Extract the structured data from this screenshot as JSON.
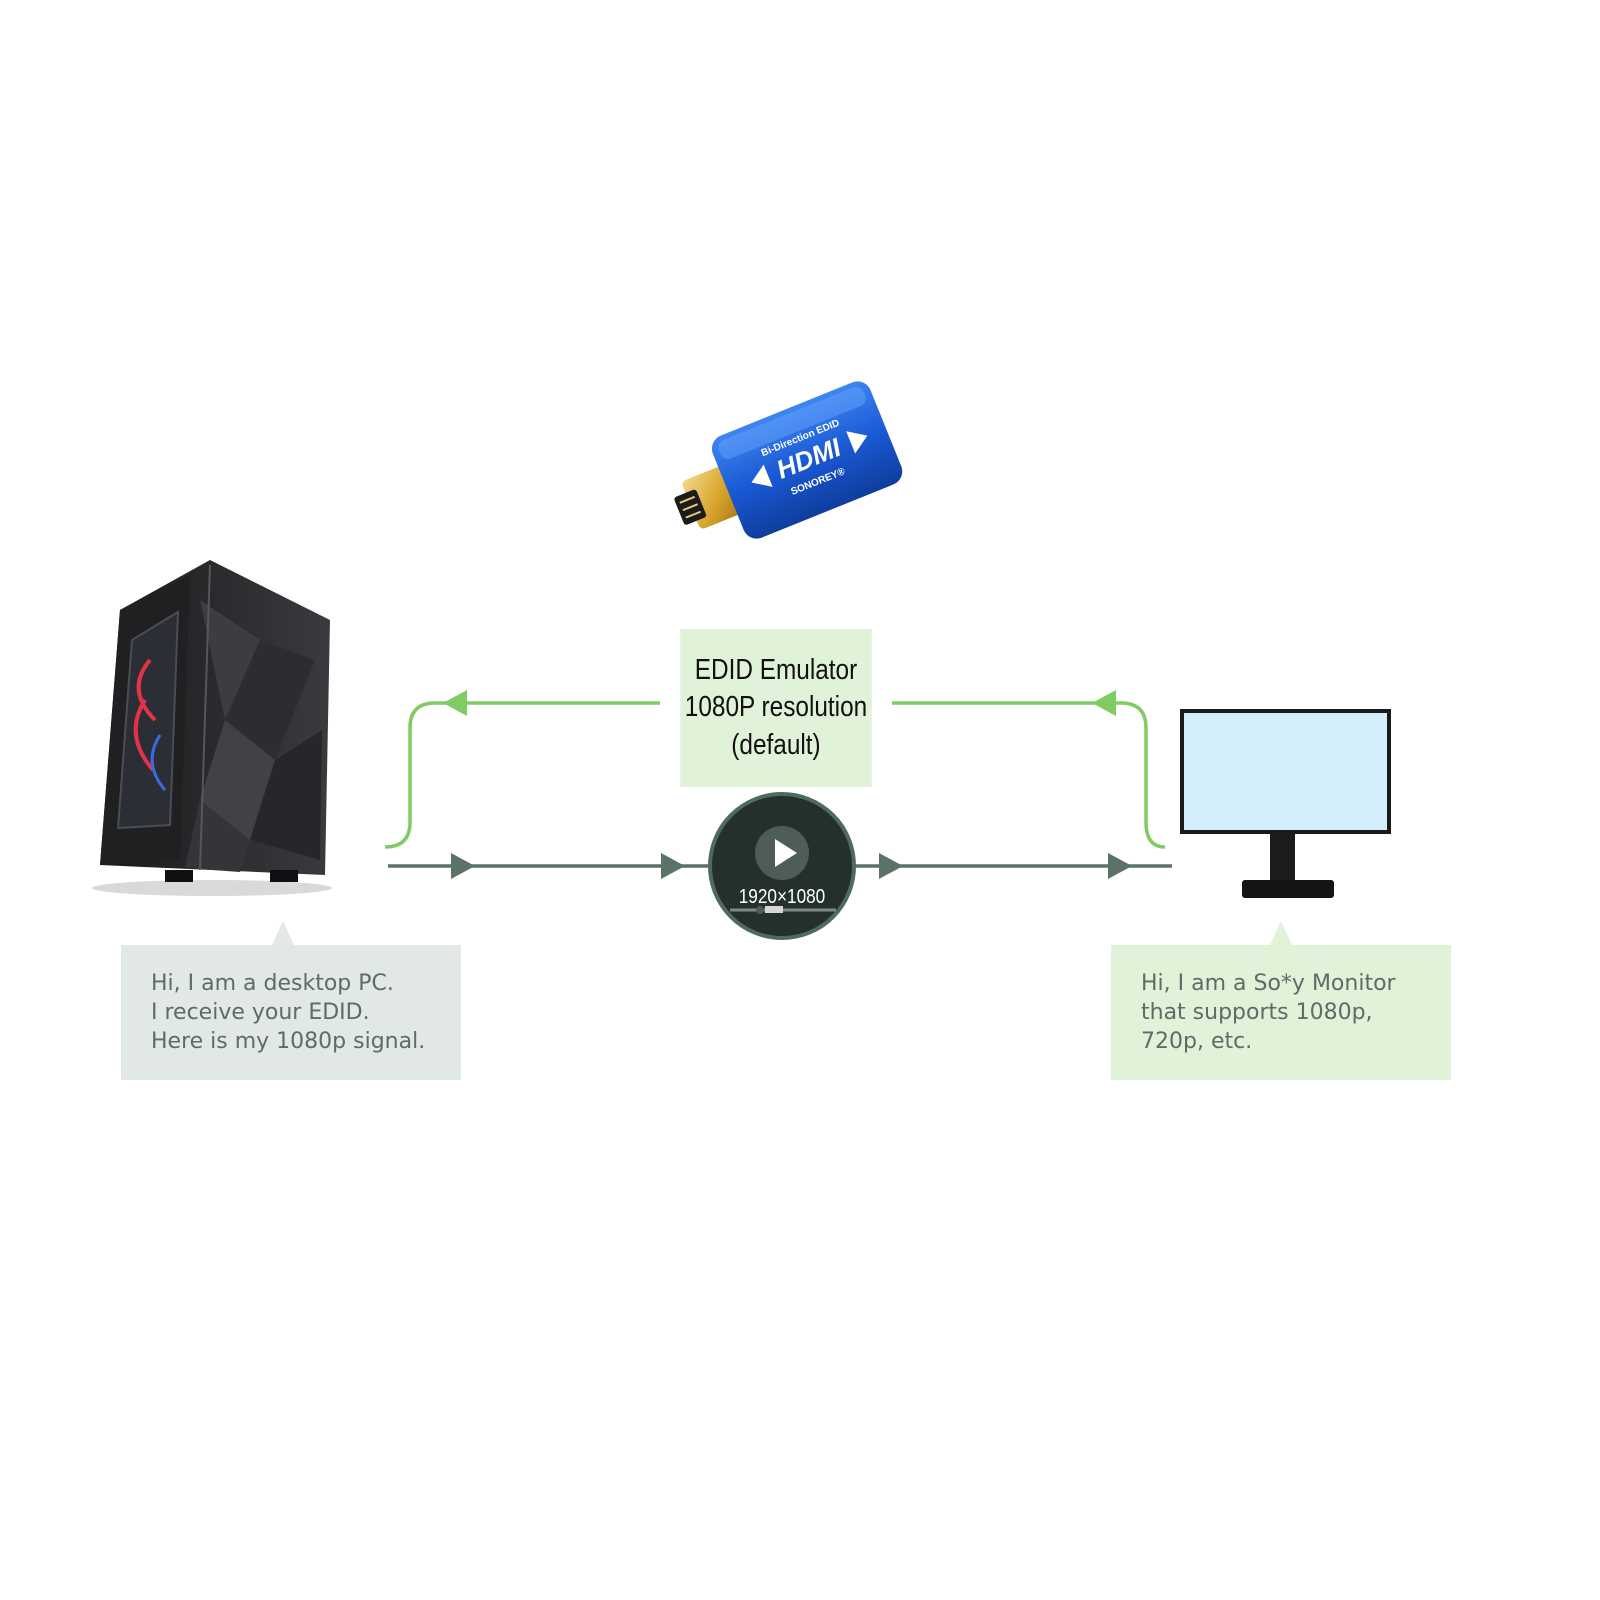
{
  "emulator": {
    "brand_top": "Bi-Direction EDID",
    "brand_main": "HDMI",
    "brand_bottom": "SONOREY®"
  },
  "center_label": {
    "line1": "EDID Emulator",
    "line2": "1080P resolution",
    "line3": "(default)"
  },
  "video_badge": {
    "resolution": "1920×1080"
  },
  "pc_bubble": {
    "lines": [
      "Hi, I am a desktop PC.",
      "I receive your EDID.",
      "Here is my 1080p signal."
    ]
  },
  "monitor_bubble": {
    "lines": [
      "Hi, I am a So*y Monitor",
      "that supports 1080p,",
      "720p, etc."
    ]
  },
  "colors": {
    "edid_flow": "#7fcb64",
    "signal_flow": "#5a7366",
    "emulator_body": "#1e5ed8",
    "connector_gold": "#d9a72e",
    "monitor_screen": "#d4effb",
    "badge_bg": "#23302c"
  },
  "icons": [
    "desktop-pc-tower-icon",
    "hdmi-edid-emulator-icon",
    "monitor-icon",
    "play-icon"
  ]
}
